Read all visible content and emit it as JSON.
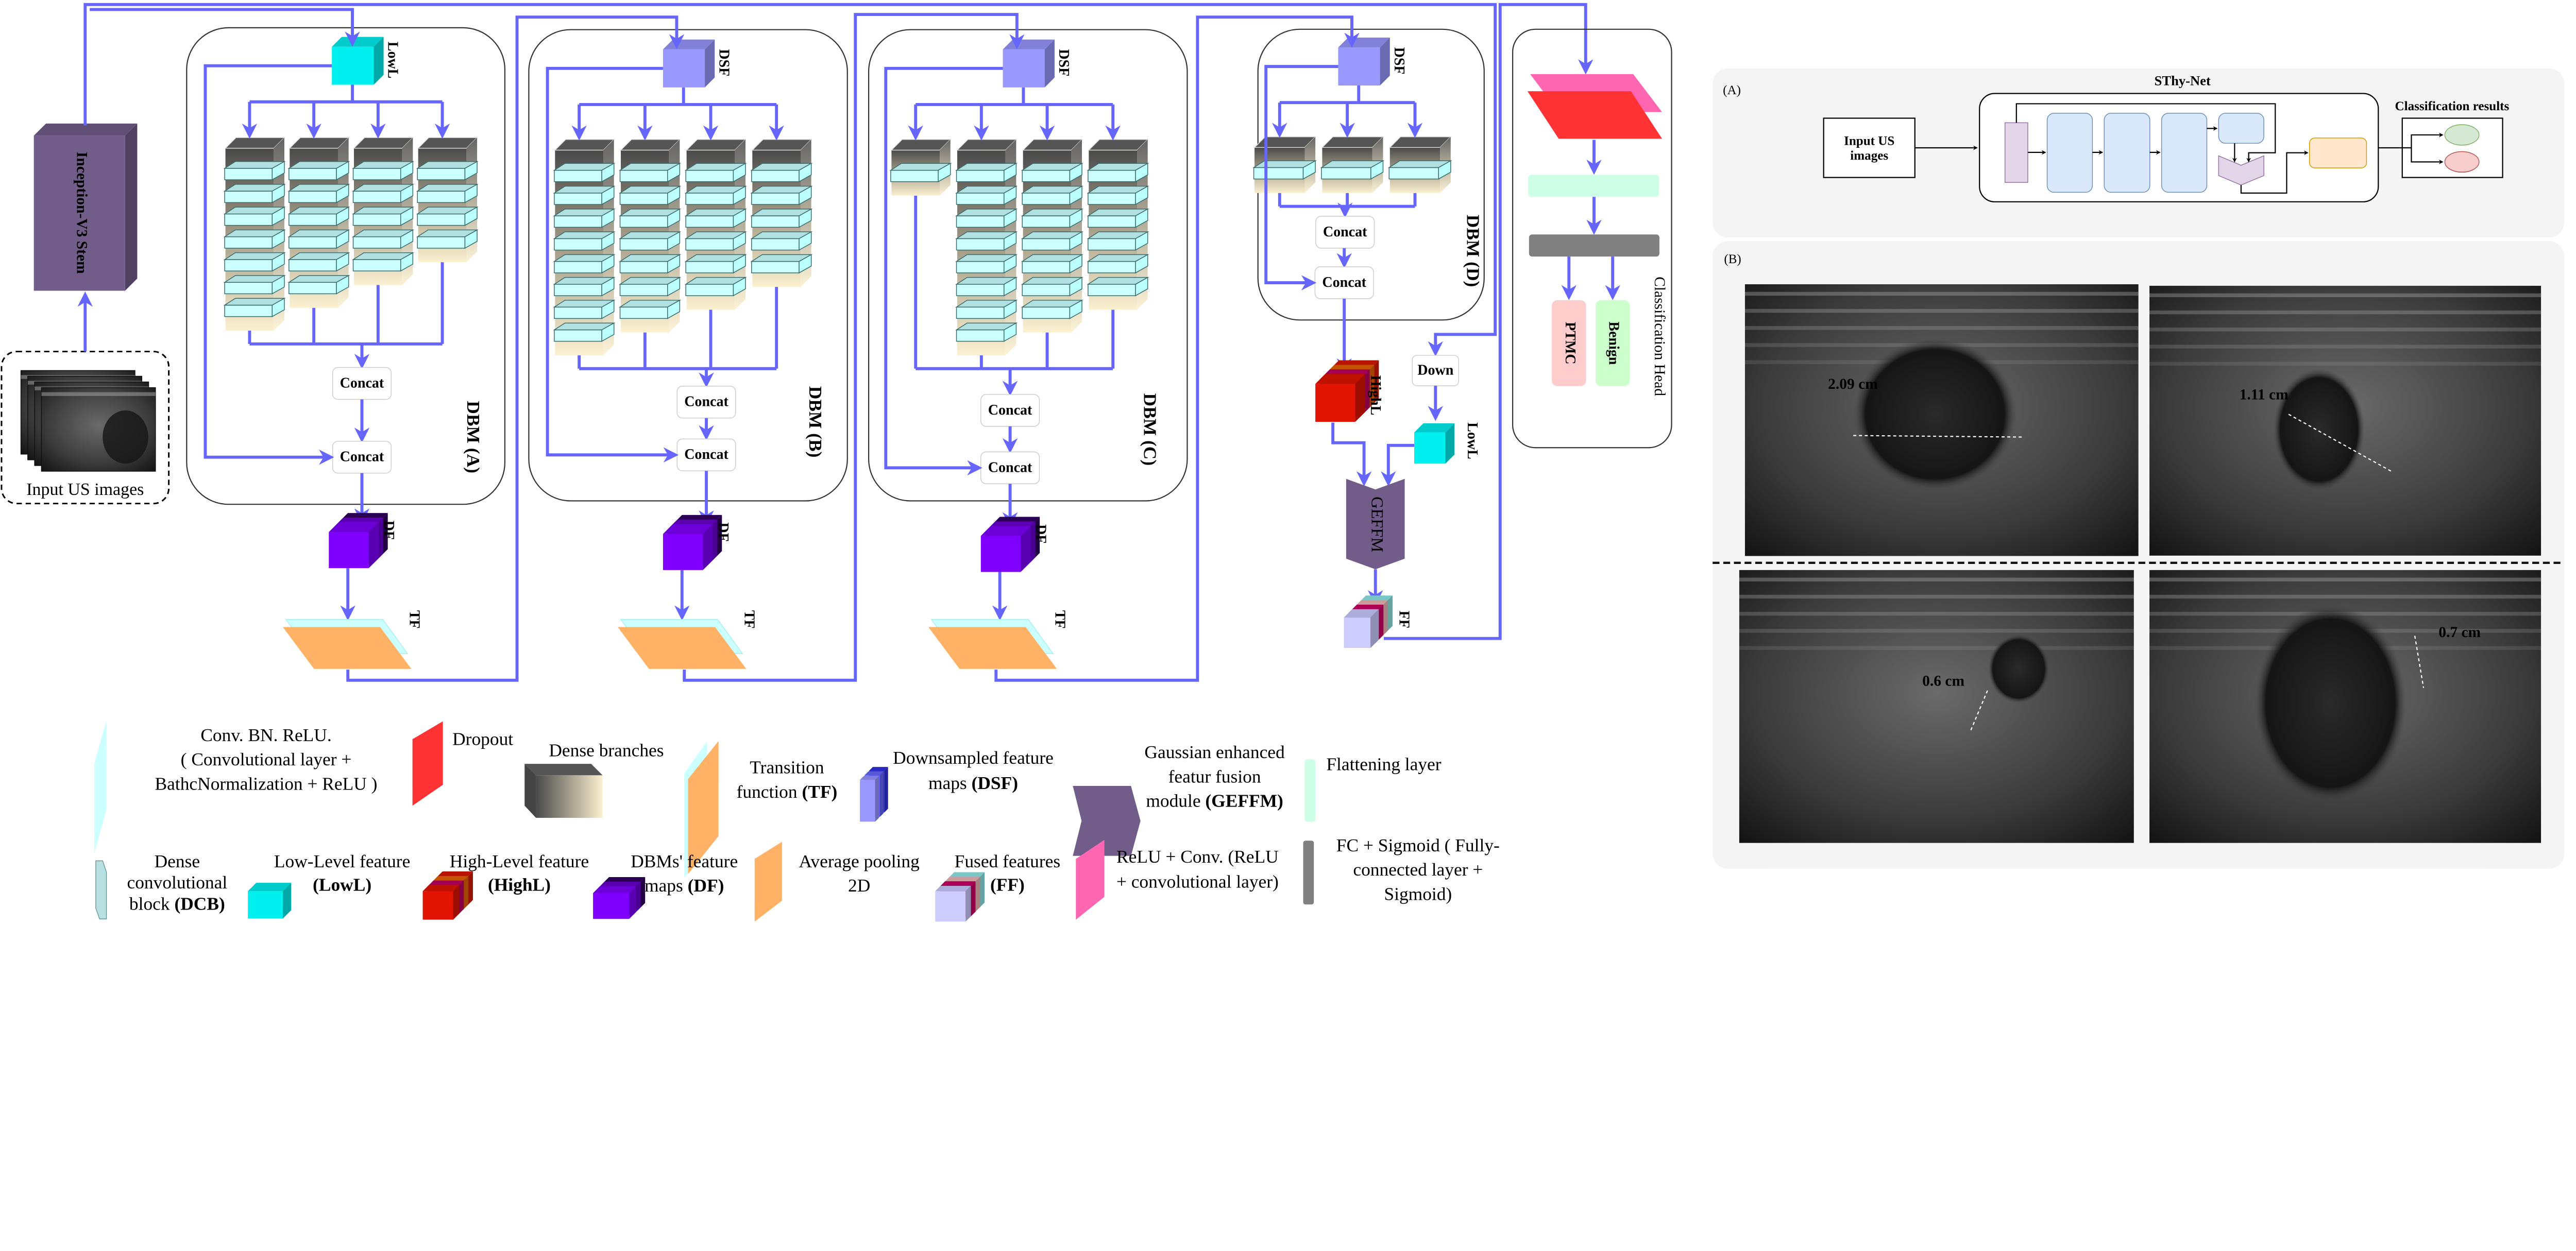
{
  "colors": {
    "arrow": "#6666ff",
    "stem": "#725d8a",
    "lowl": "#00f0f0",
    "dsf": "#9898ff",
    "df": "#8000ff",
    "tf": "#ffb266",
    "highl": "#e01400",
    "dropout": "#ff3333",
    "relu_conv": "#ff66b2",
    "flatten": "#ccffe5",
    "fc": "#808080",
    "conv_slab": "#ccffff",
    "geffm": "#725d8a",
    "ff": "#ccccff",
    "ptmc": "#ffcccc",
    "benign": "#ccffcc",
    "panel_bg": "#f4f4f4"
  },
  "input": {
    "label": "Input US images"
  },
  "stem": {
    "label": "Inception-V3 Stem"
  },
  "dbms": [
    {
      "title": "DBM (A)",
      "entry": "LowL",
      "concat": [
        "Concat",
        "Concat"
      ],
      "df": "DF",
      "tf": "TF"
    },
    {
      "title": "DBM (B)",
      "entry": "DSF",
      "concat": [
        "Concat",
        "Concat"
      ],
      "df": "DF",
      "tf": "TF"
    },
    {
      "title": "DBM (C)",
      "entry": "DSF",
      "concat": [
        "Concat",
        "Concat"
      ],
      "df": "DF",
      "tf": "TF"
    },
    {
      "title": "DBM (D)",
      "entry": "DSF",
      "concat": [
        "Concat",
        "Concat"
      ]
    }
  ],
  "fusion": {
    "highl": "HighL",
    "down": "Down",
    "lowl": "LowL",
    "geffm": "GEFFM",
    "ff": "FF"
  },
  "head": {
    "title": "Classification Head",
    "classes": [
      "PTMC",
      "Benign"
    ]
  },
  "legend": [
    {
      "id": "conv-bn-relu",
      "lines": [
        "Conv. BN. ReLU.",
        "( Convolutional layer +",
        "BathcNormalization + ReLU )"
      ]
    },
    {
      "id": "dropout",
      "lines": [
        "Dropout"
      ]
    },
    {
      "id": "dense-branches",
      "lines": [
        "Dense branches"
      ]
    },
    {
      "id": "transition-function",
      "lines": [
        "Transition",
        "function "
      ],
      "abbr": "(TF)"
    },
    {
      "id": "downsampled-feature-maps",
      "lines": [
        "Downsampled feature",
        "maps "
      ],
      "abbr": "(DSF)"
    },
    {
      "id": "geffm",
      "lines": [
        "Gaussian enhanced",
        "featur fusion",
        "module "
      ],
      "abbr": "(GEFFM)"
    },
    {
      "id": "flattening-layer",
      "lines": [
        "Flattening layer"
      ]
    },
    {
      "id": "dense-conv-block",
      "lines": [
        "Dense",
        "convolutional",
        "block "
      ],
      "abbr": "(DCB)"
    },
    {
      "id": "low-level-feature",
      "lines": [
        "Low-Level feature",
        ""
      ],
      "abbr": "(LowL)"
    },
    {
      "id": "high-level-feature",
      "lines": [
        "High-Level feature",
        ""
      ],
      "abbr": "(HighL)"
    },
    {
      "id": "dbm-feature-maps",
      "lines": [
        "DBMs' feature",
        "maps "
      ],
      "abbr": "(DF)"
    },
    {
      "id": "average-pooling",
      "lines": [
        "Average pooling",
        "2D"
      ]
    },
    {
      "id": "fused-features",
      "lines": [
        "Fused features",
        ""
      ],
      "abbr": "(FF)"
    },
    {
      "id": "relu-conv",
      "lines": [
        "ReLU + Conv. (ReLU",
        "+ convolutional layer)"
      ]
    },
    {
      "id": "fc-sigmoid",
      "lines": [
        "FC + Sigmoid ( Fully-",
        "connected layer +",
        "Sigmoid)"
      ]
    }
  ],
  "panel_a": {
    "label": "(A)",
    "title": "SThy-Net",
    "input": [
      "Input US",
      "images"
    ],
    "results": "Classification results"
  },
  "panel_b": {
    "label": "(B)",
    "measurements": [
      "2.09 cm",
      "1.11 cm",
      "0.6 cm",
      "0.7 cm"
    ]
  }
}
